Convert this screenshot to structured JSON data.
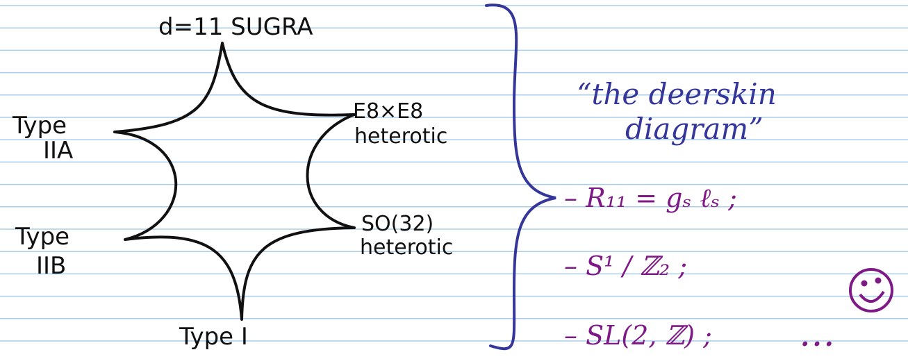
{
  "colors": {
    "ruled_line": "#a9cdec",
    "ink_black": "#111111",
    "ink_blue": "#34369a",
    "ink_purple": "#7e1a86"
  },
  "nodes": {
    "top": "d=11 SUGRA",
    "upper_left_line1": "Type",
    "upper_left_line2": "IIA",
    "upper_right_line1": "E8×E8",
    "upper_right_line2": "heterotic",
    "lower_left_line1": "Type",
    "lower_left_line2": "IIB",
    "lower_right_line1": "SO(32)",
    "lower_right_line2": "heterotic",
    "bottom": "Type I"
  },
  "caption": {
    "line1": "“the deerskin",
    "line2": "diagram”"
  },
  "notes": [
    "– R₁₁ = gₛ ℓₛ ;",
    "– S¹ / ℤ₂ ;",
    "– SL(2, ℤ) ;"
  ],
  "ellipsis": "…",
  "icons": {
    "brace": "right-curly-brace-icon",
    "smiley": "smiley-face-icon"
  }
}
